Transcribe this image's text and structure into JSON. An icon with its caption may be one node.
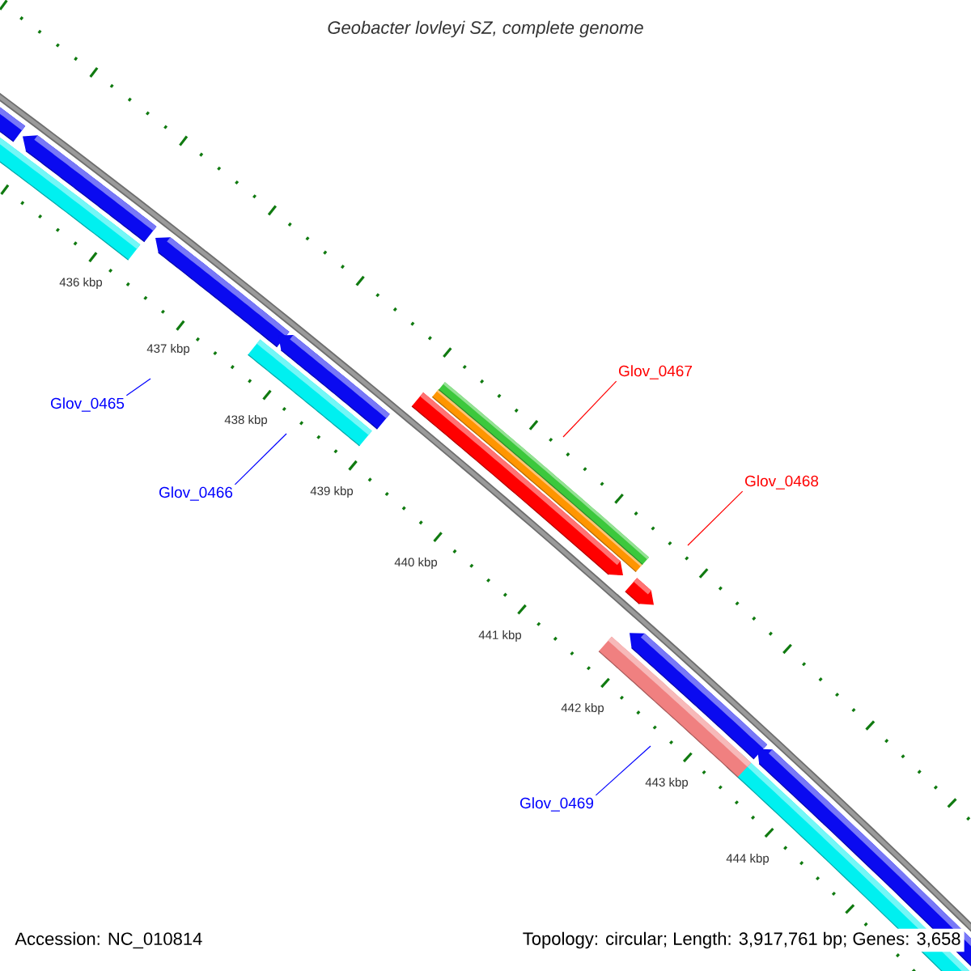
{
  "diagram": {
    "title": "Geobacter lovleyi SZ, complete genome",
    "nodes": [
      {
        "text": [
          "Glov_0465"
        ]
      },
      {
        "text": [
          "Glov_0466"
        ]
      },
      {
        "text": [
          "Glov_0467"
        ]
      },
      {
        "text": [
          "Glov_0468"
        ]
      },
      {
        "text": [
          "Glov_0469"
        ]
      }
    ],
    "edges": [
      {
        "from": 0,
        "to": null,
        "arrow": "none"
      },
      {
        "from": 1,
        "to": null,
        "arrow": "none"
      },
      {
        "from": 2,
        "to": null,
        "arrow": "none",
        "color": "#ff0000"
      },
      {
        "from": 3,
        "to": null,
        "arrow": "none",
        "color": "#ff0000"
      },
      {
        "from": 4,
        "to": null,
        "arrow": "none"
      }
    ],
    "labels": [
      "436 kbp",
      "437 kbp",
      "438 kbp",
      "439 kbp",
      "440 kbp",
      "441 kbp",
      "442 kbp",
      "443 kbp",
      "444 kbp",
      "Accession: NC_010814",
      "Topology: circular; Length: 3,917,761 bp; Genes: 3,658"
    ]
  }
}
